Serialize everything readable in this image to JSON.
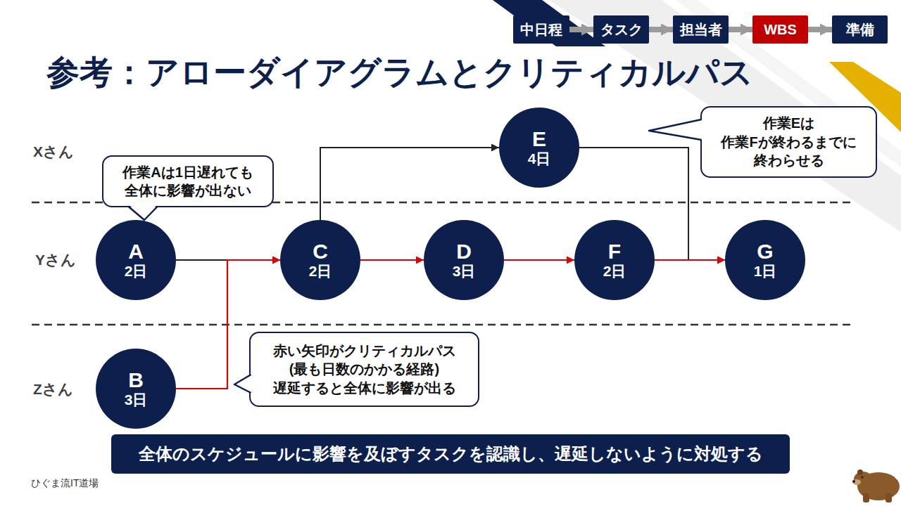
{
  "diagram": {
    "title": "参考：アローダイアグラムとクリティカルパス",
    "nodes": [
      {
        "text": [
          "中日程"
        ]
      },
      {
        "text": [
          "タスク"
        ]
      },
      {
        "text": [
          "担当者"
        ]
      },
      {
        "text": [
          "WBS"
        ]
      },
      {
        "text": [
          "準備"
        ]
      },
      {
        "text": [
          "E",
          "4日"
        ]
      },
      {
        "text": [
          "作業Eは 作業Fが終わるまでに 終わらせる"
        ]
      },
      {
        "text": [
          "作業Aは1日遅れても 全体に影響が出ない"
        ]
      },
      {
        "text": [
          "A",
          "2日"
        ]
      },
      {
        "text": [
          "C",
          "2日"
        ]
      },
      {
        "text": [
          "D",
          "3日"
        ]
      },
      {
        "text": [
          "F",
          "2日"
        ]
      },
      {
        "text": [
          "G",
          "1日"
        ]
      },
      {
        "text": [
          "B",
          "3日"
        ]
      },
      {
        "text": [
          "赤い矢印がクリティカルパス (最も日数のかかる経路) 遅延すると全体に影響が出る"
        ]
      },
      {
        "text": [
          "全体のスケジュールに影響を及ぼすタスクを認識し、遅延しないように対処する"
        ]
      }
    ],
    "edges": [
      {
        "from": 0,
        "to": 1,
        "arrow": "to"
      },
      {
        "from": 1,
        "to": 2,
        "arrow": "to"
      },
      {
        "from": 2,
        "to": 3,
        "arrow": "to"
      },
      {
        "from": 3,
        "to": 4,
        "arrow": "to"
      },
      {
        "from": 8,
        "to": 9,
        "arrow": "to"
      },
      {
        "from": 13,
        "to": 9,
        "arrow": "to"
      },
      {
        "from": 9,
        "to": 5,
        "arrow": "to"
      },
      {
        "from": 9,
        "to": 10,
        "arrow": "to"
      },
      {
        "from": 10,
        "to": 11,
        "arrow": "to"
      },
      {
        "from": 5,
        "to": 12,
        "arrow": "to"
      },
      {
        "from": 11,
        "to": 12,
        "arrow": "to"
      }
    ],
    "labels": [
      "Xさん",
      "Yさん",
      "Zさん",
      "ひぐま流IT道場"
    ]
  }
}
